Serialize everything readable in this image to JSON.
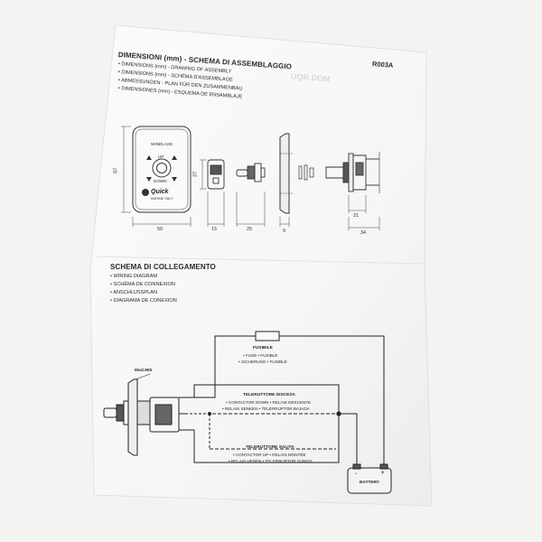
{
  "sheet": {
    "code": "R003A",
    "dimensions_section": {
      "title": "DIMENSIONI (mm) - SCHEMA DI ASSEMBLAGGIO",
      "lines": [
        "• DIMENSIONS (mm) - DRAWING OF ASSEMBLY",
        "• DIMENSIONS (mm) - SCHÉMA D'ASSEMBLAGE",
        "• ABMESSUNGEN - PLAN FÜR DEN ZUSAMMENBAU",
        "• DIMENSIONES (mm) - ESQUEMA DE ENSAMBLAJE"
      ]
    },
    "panel": {
      "label": "WINDLASS",
      "up": "UP",
      "down": "DOWN",
      "brand": "Quick",
      "brand_sub": "MARINE ITALY"
    },
    "dimensions": {
      "height": "87",
      "width": "50",
      "inner_height": "27",
      "d15": "15",
      "d25": "25",
      "d9": "9",
      "d21": "21",
      "d34": "34"
    },
    "wiring_section": {
      "title": "SCHEMA DI COLLEGAMENTO",
      "lines": [
        "• WIRING DIAGRAM",
        "• SCHÉMA DE CONNEXION",
        "• ANSCHLUSSPLAN",
        "• DIAGRAMA DE CONEXION"
      ]
    },
    "wiring": {
      "model": "Mod.800",
      "fuse_title": "FUSIBILE",
      "fuse_lines": [
        "• FUSE • FUSIBLE",
        "• SICHERUNG • FUSIBLE"
      ],
      "down_title": "TELERUTTORE DISCESA",
      "down_lines": [
        "• CONTACTOR DOWN • RELAIS DESCENTE",
        "• RELAIS SENKEN • TELERRUPTOR BAJADA"
      ],
      "up_title": "TELERUTTORE SALITA",
      "up_lines": [
        "• CONTACTOR UP • RELAIS MONTÉE",
        "• RELAIS HEBEN • TELERRUPTOR SUBIDA"
      ],
      "battery": "BATTERY",
      "plus": "+",
      "minus": "-"
    },
    "show_through": {
      "text1": "UQR.DOM"
    }
  }
}
